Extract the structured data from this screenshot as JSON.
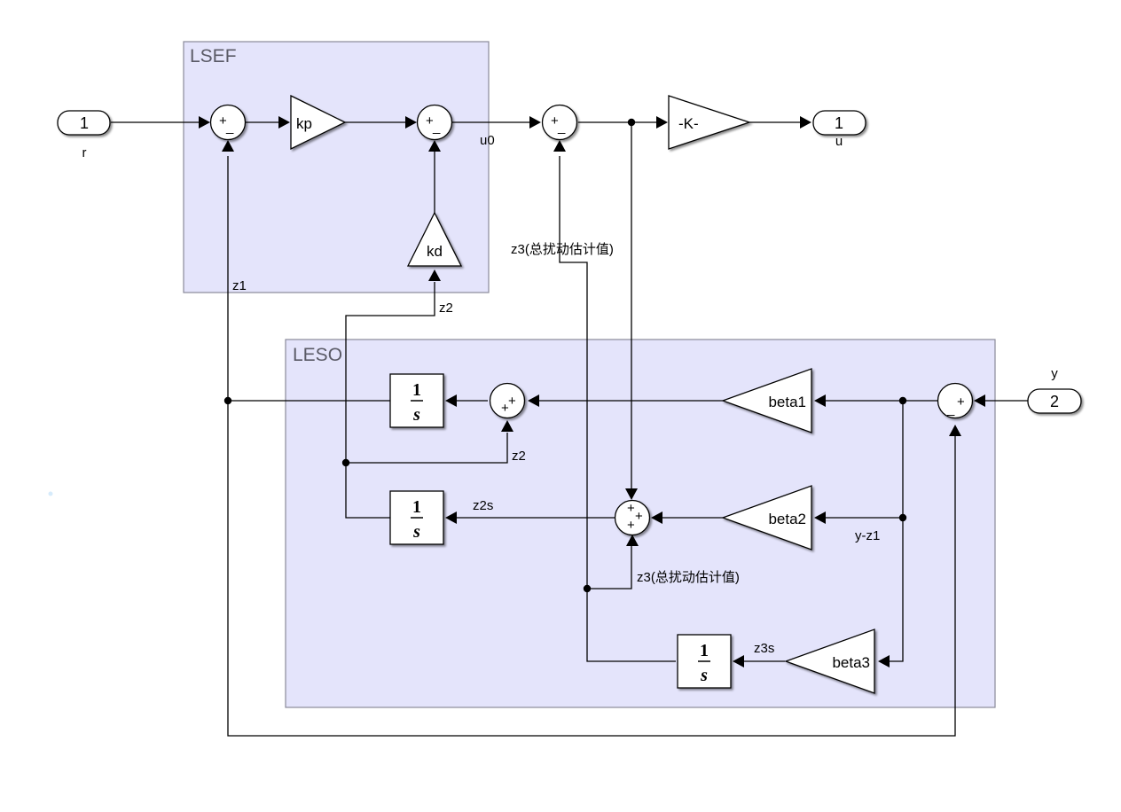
{
  "diagram": {
    "subsystems": {
      "lsef": {
        "title": "LSEF"
      },
      "leso": {
        "title": "LESO"
      }
    },
    "ports": {
      "in_r": {
        "number": "1",
        "name": "r"
      },
      "in_y": {
        "number": "2",
        "name": "y"
      },
      "out_u": {
        "number": "1",
        "name": "u"
      }
    },
    "gains": {
      "kp": "kp",
      "kd": "kd",
      "K": "-K-",
      "beta1": "beta1",
      "beta2": "beta2",
      "beta3": "beta3"
    },
    "sums": {
      "sum_r": {
        "signs": [
          "+",
          "_"
        ]
      },
      "sum_u0": {
        "signs": [
          "+",
          "_"
        ]
      },
      "sum_z3": {
        "signs": [
          "+",
          "_"
        ]
      },
      "sum_y": {
        "signs": [
          "_",
          "+"
        ]
      },
      "sum_int1": {
        "signs": [
          "+",
          "+"
        ]
      },
      "sum_int2": {
        "signs": [
          "+",
          "+",
          "+"
        ]
      }
    },
    "integrators": {
      "numerator": "1",
      "denominator": "s"
    },
    "signal_labels": {
      "u0": "u0",
      "z1": "z1",
      "z2_top": "z2",
      "z2_inner": "z2",
      "z2s": "z2s",
      "z3s": "z3s",
      "y_minus_z1": "y-z1",
      "z3_top": "z3(总扰动估计值)",
      "z3_inner": "z3(总扰动估计值)"
    }
  }
}
